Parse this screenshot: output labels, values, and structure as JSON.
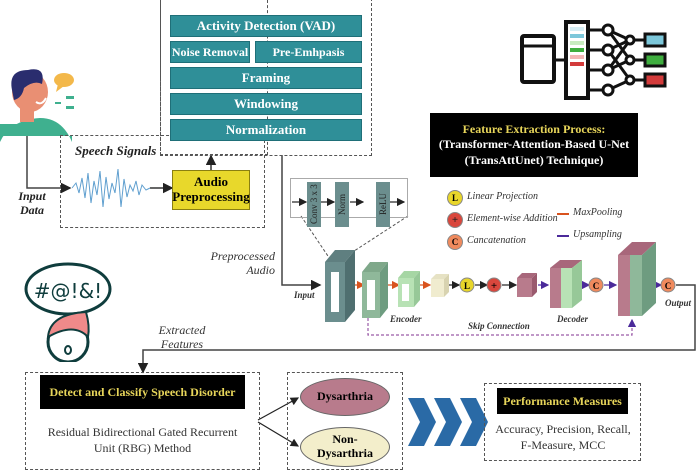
{
  "preprocessing": {
    "steps": [
      {
        "label": "Activity Detection (VAD)"
      },
      {
        "label": "Noise Removal"
      },
      {
        "label": "Pre-Emhpasis"
      },
      {
        "label": "Framing"
      },
      {
        "label": "Windowing"
      },
      {
        "label": "Normalization"
      }
    ]
  },
  "input": {
    "speech_signals_label": "Speech Signals",
    "input_data_label": "Input Data",
    "audio_preprocessing_label": "Audio Preprocessing",
    "preprocessed_audio_label": "Preprocessed Audio"
  },
  "feature_extraction": {
    "title_line1": "Feature Extraction Process:",
    "title_line2": "(Transformer-Attention-Based U-Net",
    "title_line3": "(TransAttUnet) Technique)",
    "block_layers": [
      "Conv 3 x 3",
      "Norm",
      "ReLU"
    ],
    "legend": [
      {
        "symbol": "L",
        "label": "Linear Projection",
        "color": "#e8d62a"
      },
      {
        "symbol": "+",
        "label": "Element-wise Addition",
        "color": "#d9473d"
      },
      {
        "symbol": "C",
        "label": "Cancatenation",
        "color": "#f08a5d"
      }
    ],
    "arrow_legend": [
      {
        "label": "MaxPooling",
        "color": "#d9531e"
      },
      {
        "label": "Upsampling",
        "color": "#4b2a9a"
      }
    ],
    "input_label": "Input",
    "encoder_label": "Encoder",
    "decoder_label": "Decoder",
    "skip_label": "Skip Connection",
    "output_label": "Output",
    "extracted_features_label": "Extracted Features"
  },
  "classification": {
    "title": "Detect and Classify Speech Disorder",
    "method_line1": "Residual Bidirectional Gated Recurrent",
    "method_line2": "Unit (RBG) Method",
    "classes": [
      {
        "label": "Dysarthria",
        "color": "#b87b8c"
      },
      {
        "label_line1": "Non-",
        "label_line2": "Dysarthria",
        "color": "#f3eecb"
      }
    ]
  },
  "performance": {
    "title": "Performance Measures",
    "metrics_line1": "Accuracy, Precision, Recall,",
    "metrics_line2": "F-Measure, MCC"
  },
  "icons": {
    "speech_bubble_symbols": "#@!&!"
  },
  "colors": {
    "teal": "#2f8f98",
    "yellow": "#e8d82b",
    "chevron": "#2a6aa6"
  }
}
